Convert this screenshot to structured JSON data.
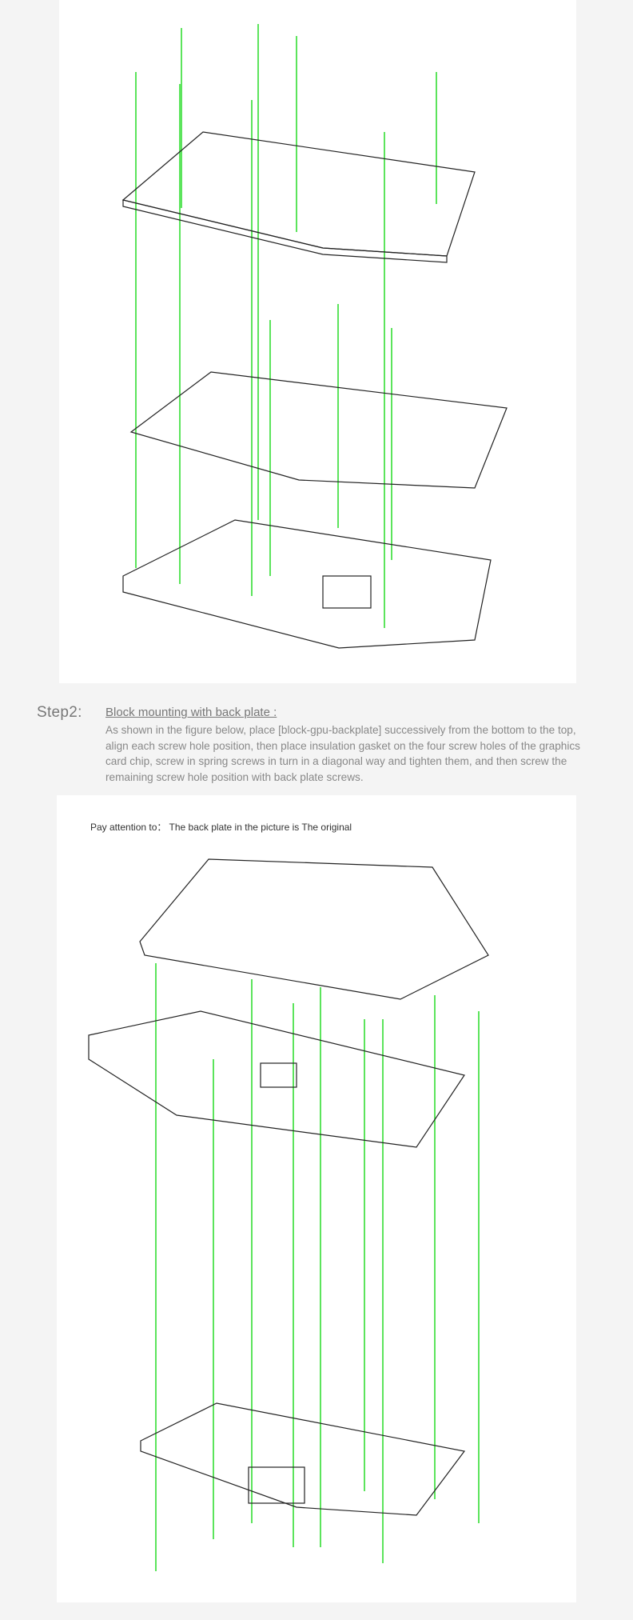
{
  "step": {
    "label": "Step2:",
    "title": "Block mounting with back plate :",
    "description": "As shown in the figure below, place [block-gpu-backplate] successively from the bottom to the top, align each screw hole position, then place insulation gasket on the four screw holes of the graphics card chip, screw in spring screws in turn in a diagonal way and tighten them, and then screw the remaining screw hole position with back plate screws."
  },
  "figure2": {
    "note": "Pay attention to： The back plate in the picture is The original"
  },
  "colors": {
    "guide_line": "#33dd33",
    "background": "#f4f4f4"
  }
}
